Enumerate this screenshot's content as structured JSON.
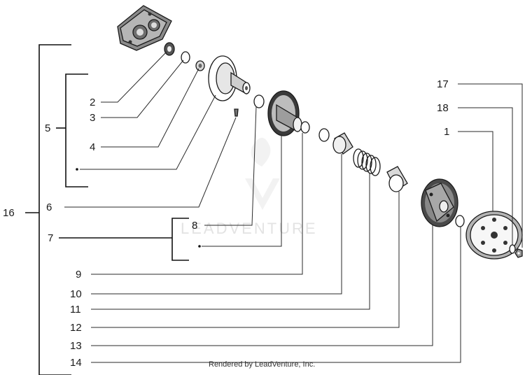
{
  "diagram": {
    "callouts": [
      "1",
      "2",
      "3",
      "4",
      "5",
      "6",
      "7",
      "8",
      "9",
      "10",
      "11",
      "12",
      "13",
      "14",
      "16",
      "17",
      "18"
    ],
    "watermark": "LEADVENTURE",
    "caption": "Rendered by LeadVenture, Inc."
  }
}
